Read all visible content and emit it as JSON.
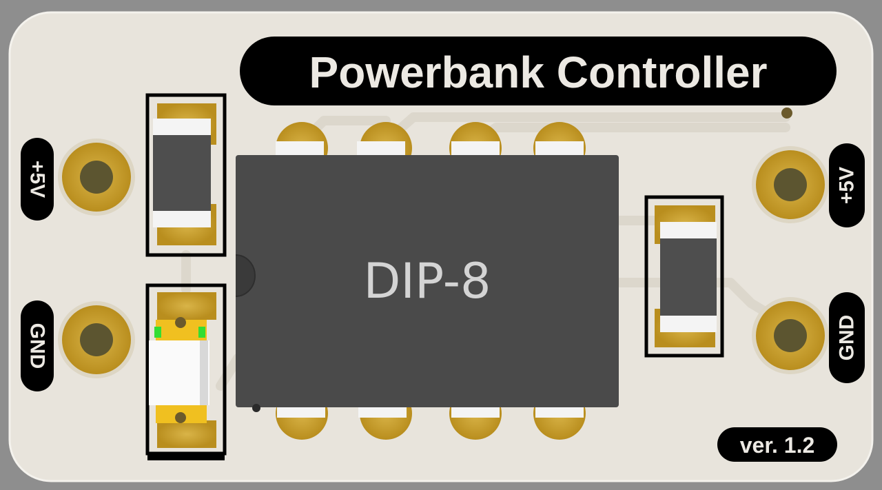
{
  "board": {
    "title": "Powerbank Controller",
    "version": "ver. 1.2",
    "chip_label": "DIP-8",
    "pins": {
      "left_top": "+5V",
      "left_bottom": "GND",
      "right_top": "+5V",
      "right_bottom": "GND"
    }
  },
  "colors": {
    "background": "#8e8e8e",
    "board": "#e8e4dc",
    "copper": "#c9a02a",
    "chip": "#4a4a4a",
    "silkscreen": "#000000",
    "led_green": "#33dd33"
  }
}
